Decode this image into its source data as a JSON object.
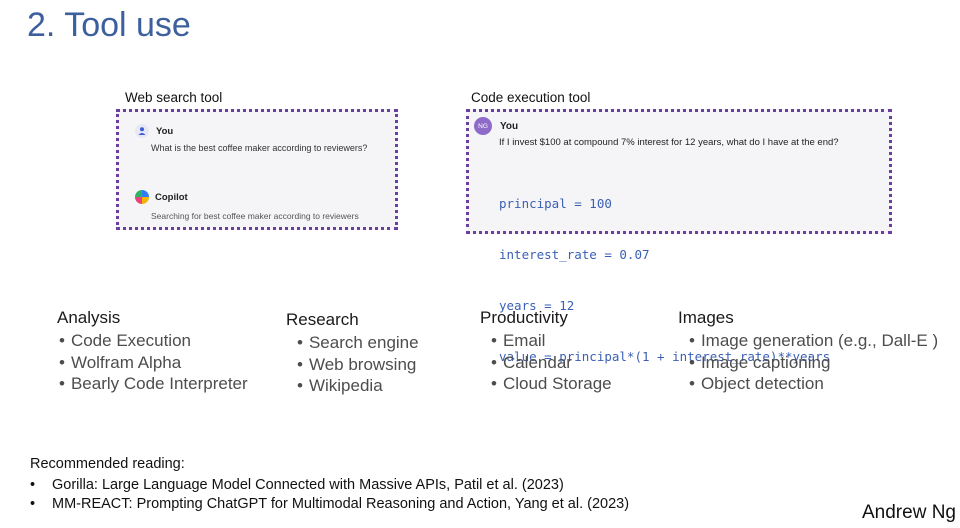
{
  "slide": {
    "title": "2. Tool use",
    "author": "Andrew Ng"
  },
  "web_search": {
    "label": "Web search tool",
    "user_name": "You",
    "user_message": "What is the best coffee maker according to reviewers?",
    "assistant_name": "Copilot",
    "assistant_message": "Searching for best coffee maker according to reviewers",
    "icons": [
      "user-icon",
      "copilot-logo-icon"
    ]
  },
  "code_exec": {
    "label": "Code execution tool",
    "avatar_initials": "NG",
    "user_name": "You",
    "user_message": "If I invest $100 at compound 7% interest for 12 years, what do I have at the end?",
    "code_lines": [
      "principal = 100",
      "interest_rate = 0.07",
      "years = 12",
      "value = principal*(1 + interest_rate)**years"
    ],
    "code_color": "#3a5fb4"
  },
  "categories": [
    {
      "title": "Analysis",
      "items": [
        "Code Execution",
        "Wolfram Alpha",
        "Bearly Code Interpreter"
      ]
    },
    {
      "title": "Research",
      "items": [
        "Search engine",
        "Web browsing",
        "Wikipedia"
      ]
    },
    {
      "title": "Productivity",
      "items": [
        "Email",
        "Calendar",
        "Cloud Storage"
      ]
    },
    {
      "title": "Images",
      "items": [
        "Image generation (e.g., Dall-E )",
        "Image captioning",
        "Object detection"
      ]
    }
  ],
  "reading": {
    "title": "Recommended reading:",
    "items": [
      "Gorilla: Large Language Model Connected with Massive APIs, Patil et al. (2023)",
      "MM-REACT: Prompting ChatGPT for Multimodal Reasoning and Action, Yang et al. (2023)"
    ]
  },
  "colors": {
    "title": "#3d5f9e",
    "panel_border": "#6a3fa0",
    "panel_bg": "#f5f5f7"
  }
}
